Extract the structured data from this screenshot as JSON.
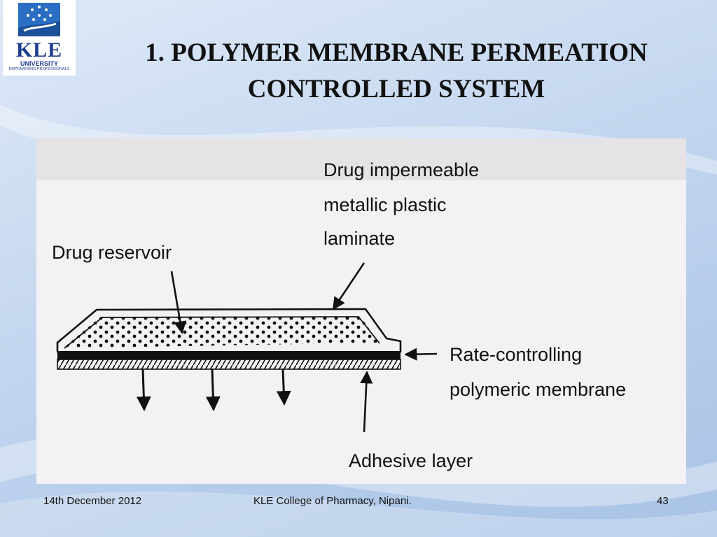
{
  "logo": {
    "name": "KLE",
    "line2": "UNIVERSITY",
    "tagline": "EMPOWERING PROFESSIONALS"
  },
  "slide": {
    "title_line1": "1. POLYMER MEMBRANE PERMEATION",
    "title_line2": "CONTROLLED SYSTEM"
  },
  "diagram": {
    "labels": {
      "laminate_1": "Drug impermeable",
      "laminate_2": "metallic plastic",
      "laminate_3": "laminate",
      "reservoir": "Drug reservoir",
      "membrane_1": "Rate-controlling",
      "membrane_2": "polymeric membrane",
      "adhesive": "Adhesive layer"
    }
  },
  "footer": {
    "date": "14th December 2012",
    "college": "KLE College of Pharmacy, Nipani.",
    "page": "43"
  },
  "colors": {
    "logo_blue": "#1f3f8f",
    "scan_paper": "#f3f1f3",
    "ink": "#111111"
  }
}
